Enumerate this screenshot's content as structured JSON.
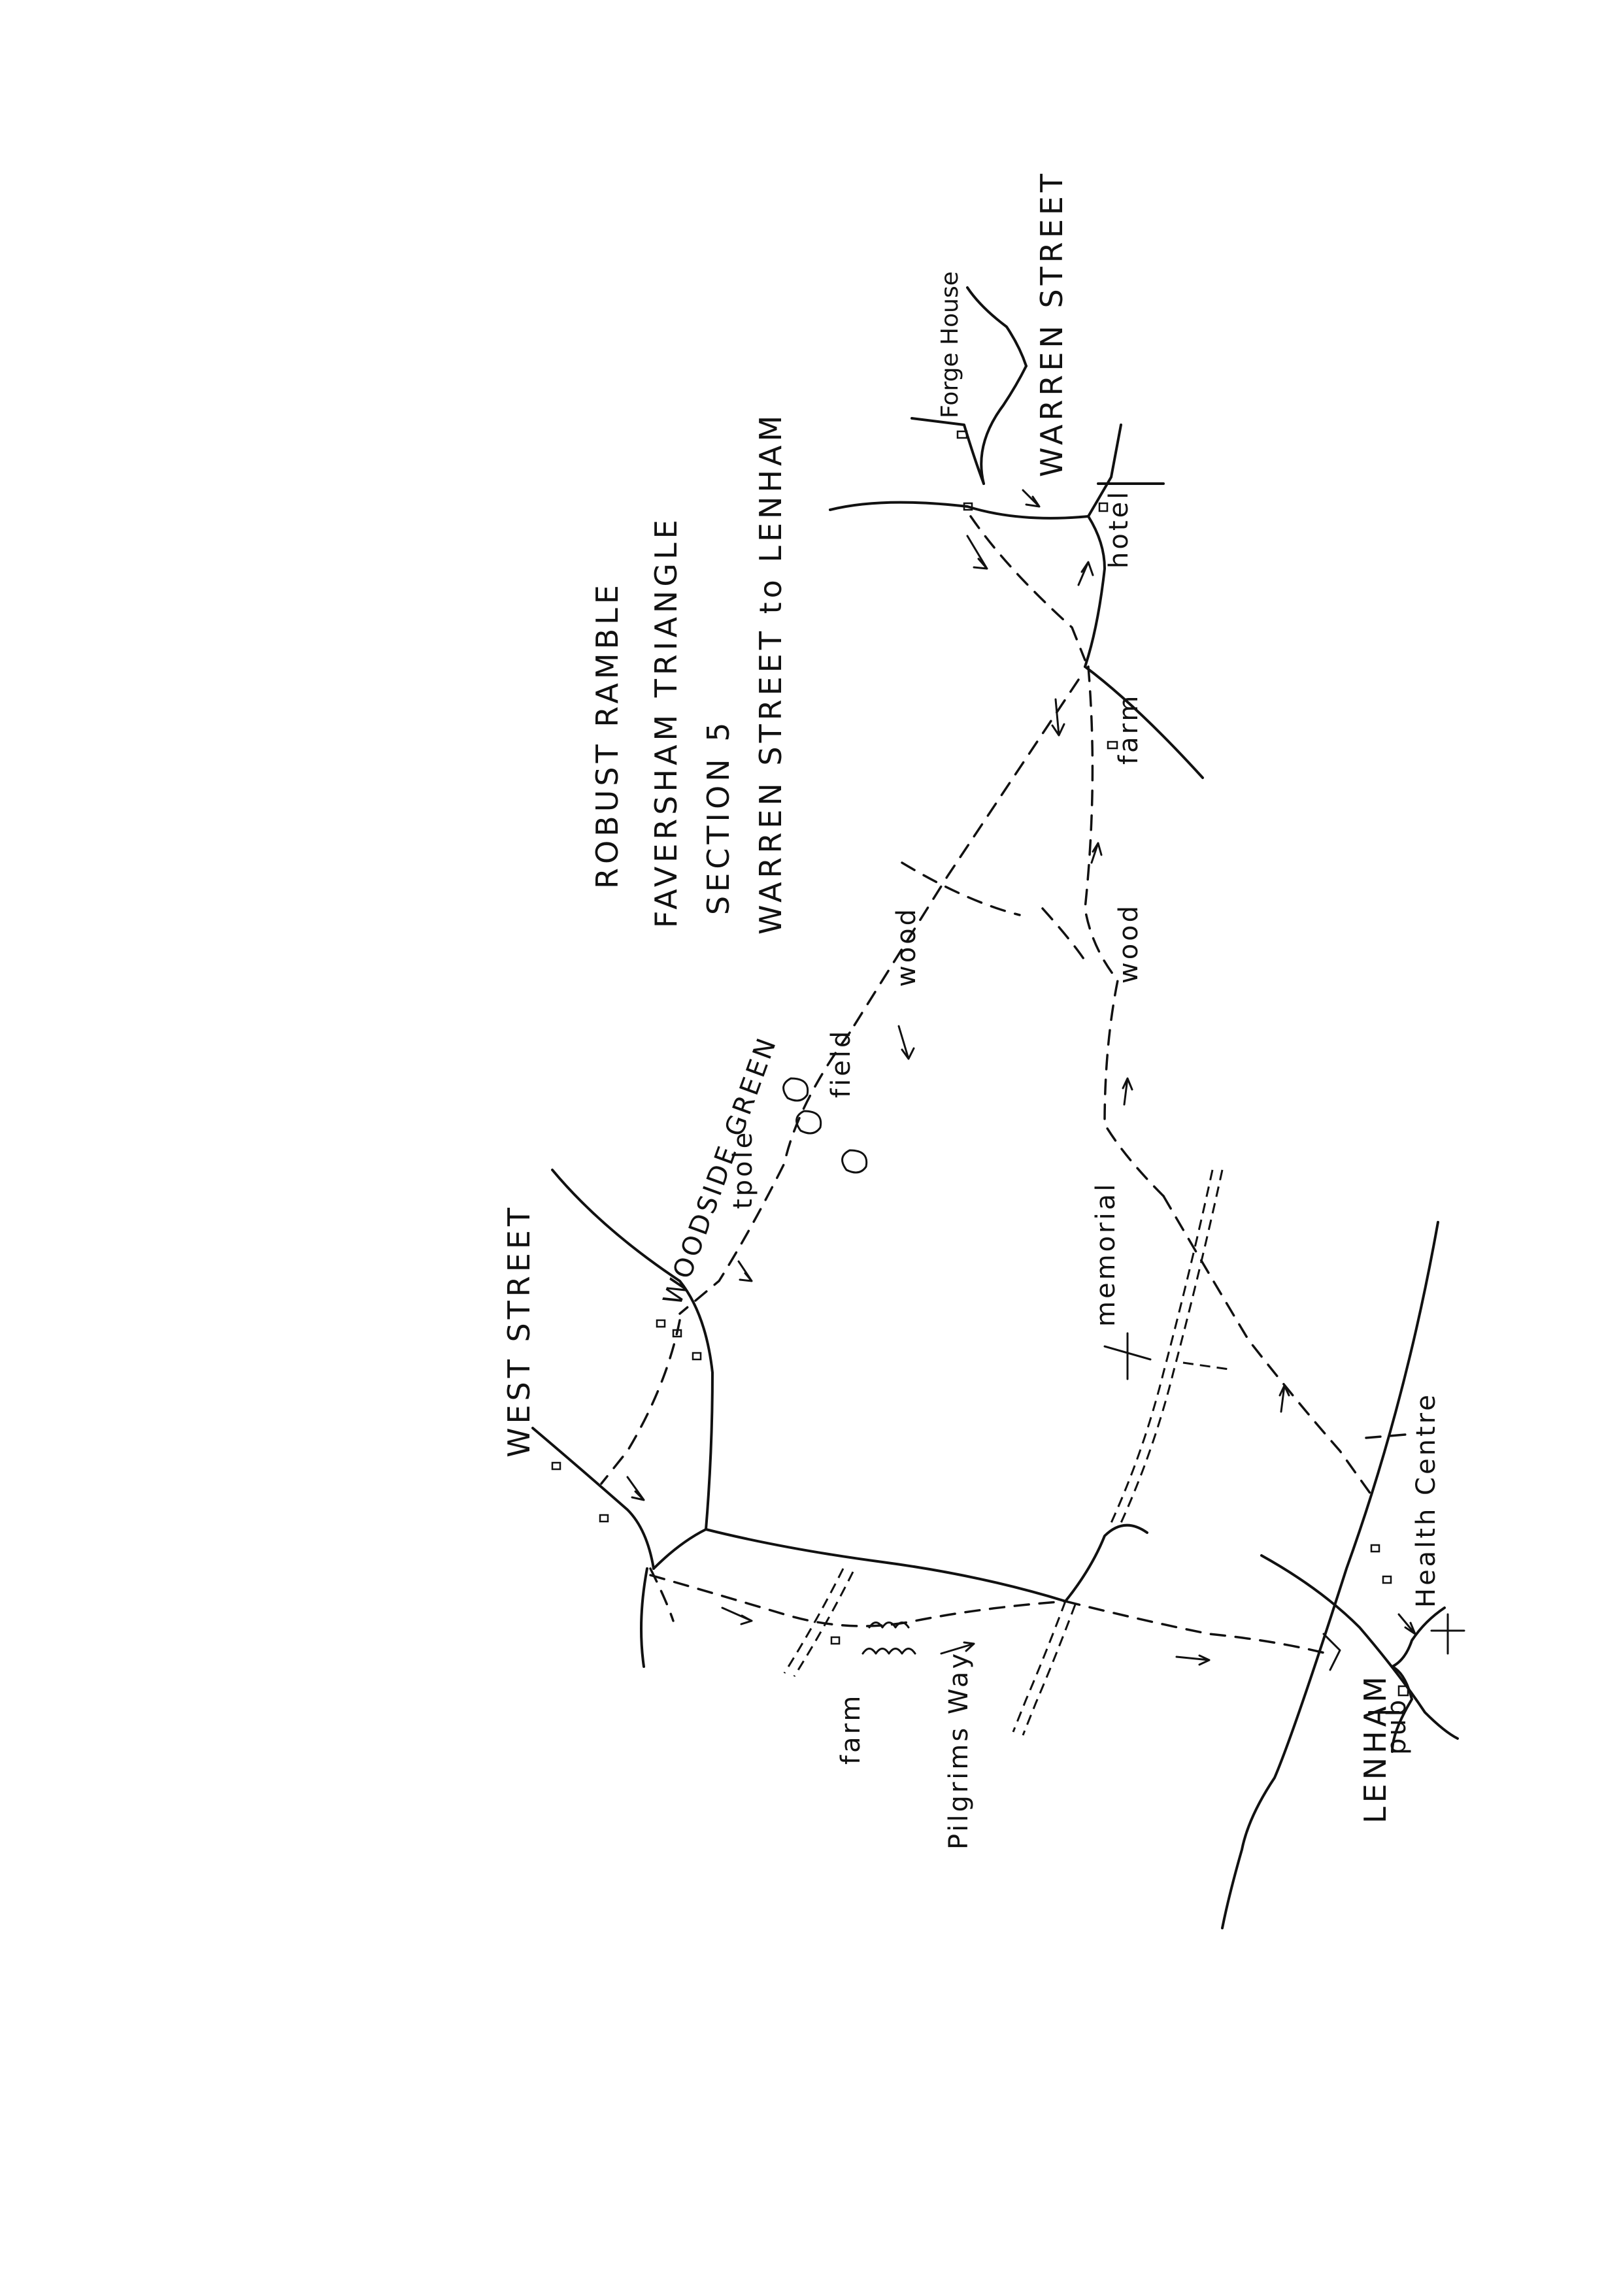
{
  "title": {
    "line1": "ROBUST RAMBLE",
    "line2": "FAVERSHAM TRIANGLE",
    "line3": "SECTION 5",
    "line4": "WARREN STREET to LENHAM"
  },
  "places": {
    "warren_street": "WARREN STREET",
    "forge_house": "Forge House",
    "hotel": "hotel",
    "farm_north": "farm",
    "wood_upper": "wood",
    "wood_lower": "wood",
    "field": "field",
    "tpole": "tpole",
    "woodside_green": "WOODSIDE GREEN",
    "west_street": "WEST STREET",
    "memorial": "memorial",
    "health_centre": "Health Centre",
    "pub": "pub",
    "lenham": "LENHAM",
    "farm_south": "farm",
    "pilgrims_way": "Pilgrims Way"
  },
  "colors": {
    "ink": "#111111",
    "paper": "#ffffff"
  }
}
